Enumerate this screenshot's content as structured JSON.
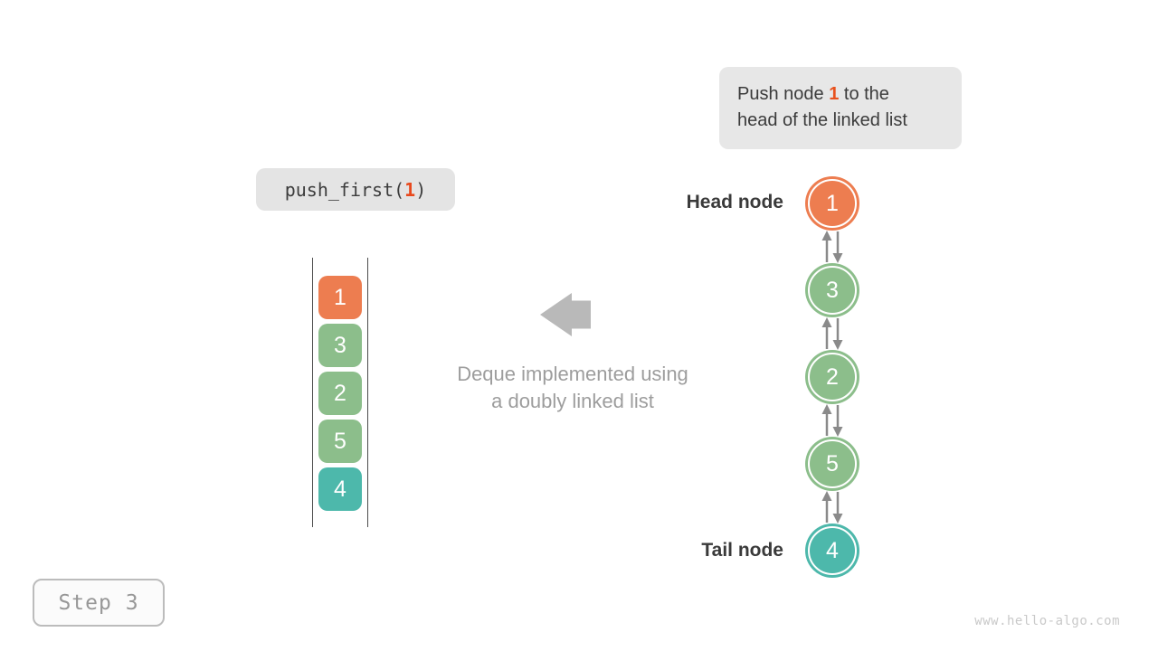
{
  "page": {
    "background": "#ffffff",
    "step_label": "Step 3",
    "watermark": "www.hello-algo.com"
  },
  "instruction": {
    "part1": "Push node",
    "highlight": "1",
    "part2": "to the",
    "line2": "head of the linked list",
    "highlight_color": "#E8511D",
    "background": "#e7e7e7"
  },
  "code": {
    "prefix": "push_first(",
    "arg": "1",
    "suffix": ")",
    "arg_color": "#E8491D",
    "background": "#e4e4e4"
  },
  "deque": {
    "items": [
      {
        "value": "1",
        "color": "#ED7D50"
      },
      {
        "value": "3",
        "color": "#8CBE8B"
      },
      {
        "value": "2",
        "color": "#8CBE8B"
      },
      {
        "value": "5",
        "color": "#8CBE8B"
      },
      {
        "value": "4",
        "color": "#4DB8AB"
      }
    ]
  },
  "caption": {
    "line1": "Deque implemented using",
    "line2": "a doubly linked list",
    "color": "#9d9d9d"
  },
  "arrow_icon": {
    "name": "left-block-arrow",
    "color": "#b9b9b9"
  },
  "linked_list": {
    "head_label": "Head node",
    "tail_label": "Tail node",
    "arrow_color": "#8a8a8a",
    "nodes": [
      {
        "value": "1",
        "color": "#ED7D50"
      },
      {
        "value": "3",
        "color": "#8CBE8B"
      },
      {
        "value": "2",
        "color": "#8CBE8B"
      },
      {
        "value": "5",
        "color": "#8CBE8B"
      },
      {
        "value": "4",
        "color": "#4DB8AB"
      }
    ]
  }
}
